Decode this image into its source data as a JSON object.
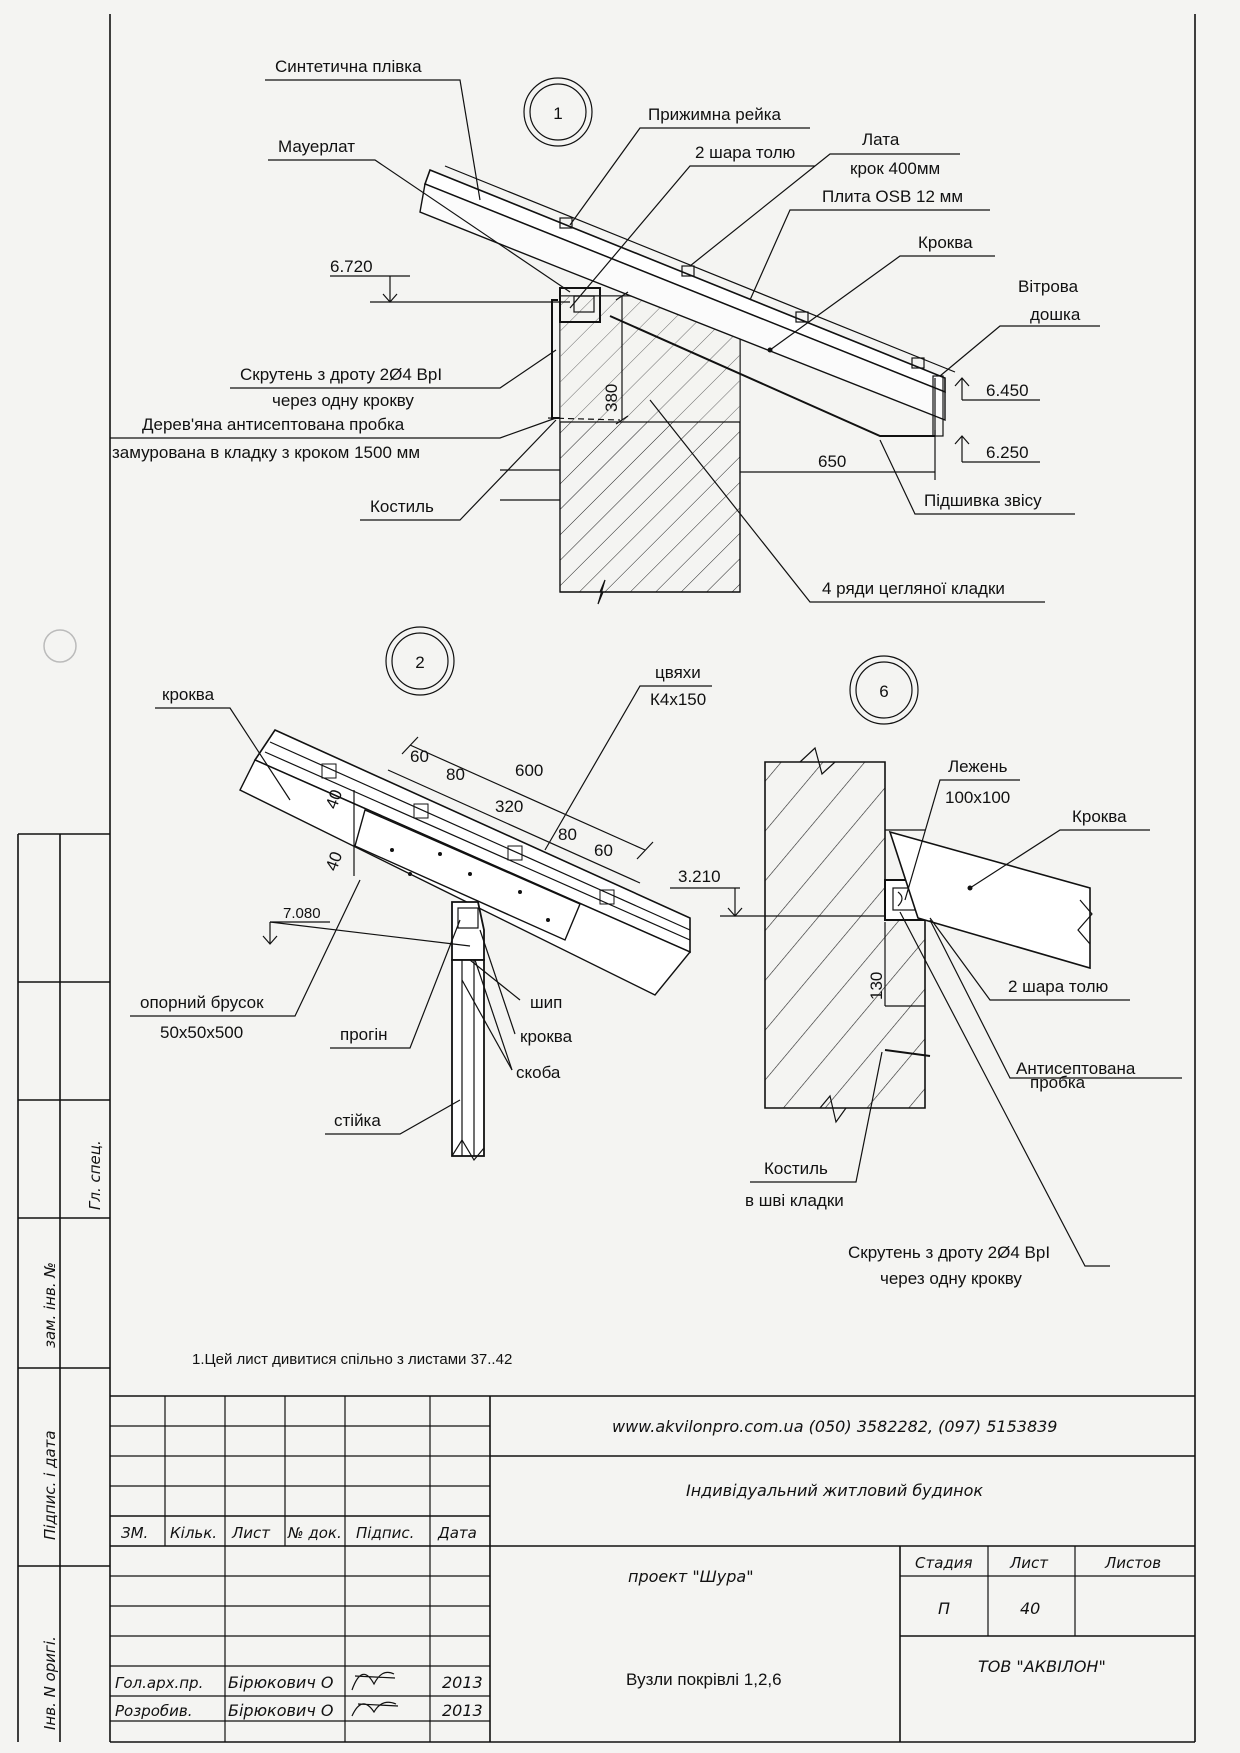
{
  "node1": {
    "circle": "1",
    "labels": {
      "film": "Синтетична плівка",
      "mauerlat": "Мауерлат",
      "clamp_rail": "Прижимна рейка",
      "tol": "2 шара толю",
      "lath1": "Лата",
      "lath2": "крок 400мм",
      "osb": "Плита OSB 12 мм",
      "rafter": "Кроква",
      "wind1": "Вітрова",
      "wind2": "дошка",
      "wire1": "Скрутень з дроту 2Ø4 ВрІ",
      "wire2": "через одну крокву",
      "plug1": "Дерев'яна антисептована пробка",
      "plug2": "замурована в кладку з кроком 1500 мм",
      "crutch": "Костиль",
      "soffit": "Підшивка звісу",
      "brick": "4 ряди цегляної кладки"
    },
    "dims": {
      "lvl_6720": "6.720",
      "lvl_6450": "6.450",
      "lvl_6250": "6.250",
      "d380": "380",
      "d650": "650"
    }
  },
  "node2": {
    "circle": "2",
    "labels": {
      "rafter_top": "кроква",
      "nails1": "цвяхи",
      "nails2": "К4х150",
      "support1": "опорний брусок",
      "support2": "50х50х500",
      "purlin": "прогін",
      "tenon": "шип",
      "rafter_bottom": "кроква",
      "bracket": "скоба",
      "post": "стійка"
    },
    "dims": {
      "d600": "600",
      "d60a": "60",
      "d80a": "80",
      "d320": "320",
      "d80b": "80",
      "d60b": "60",
      "d40a": "40",
      "d40b": "40",
      "lvl_7080": "7.080"
    }
  },
  "node6": {
    "circle": "6",
    "labels": {
      "plate1": "Лежень",
      "plate2": "100х100",
      "rafter": "Кроква",
      "tol": "2 шара толю",
      "plug1": "Антисептована",
      "plug2": "пробка",
      "crutch1": "Костиль",
      "crutch2": "в шві кладки",
      "wire1": "Скрутень з дроту 2Ø4 ВрІ",
      "wire2": "через одну крокву"
    },
    "dims": {
      "lvl_3210": "3.210",
      "d130": "130"
    }
  },
  "note": "1.Цей лист дивитися спільно з листами 37..42",
  "side_labels": {
    "gl_spec": "Гл. спец.",
    "zam_inv": "зам. інв. №",
    "pidpys": "Підпис. і дата",
    "inv_orig": "Інв. N оригі."
  },
  "title_block": {
    "contacts": "www.akvilonpro.com.ua (050) 3582282, (097) 5153839",
    "object": "Індивідуальний житловий будинок",
    "project": "проект \"Шура\"",
    "sheet_title": "Вузли покрівлі 1,2,6",
    "company": "ТОВ \"АКВІЛОН\"",
    "cols": {
      "zm": "ЗМ.",
      "kilk": "Кільк.",
      "lyst": "Лист",
      "dok": "№ док.",
      "pidpys": "Підпис.",
      "data": "Дата"
    },
    "stage_h": "Стадия",
    "sheet_h": "Лист",
    "sheets_h": "Листов",
    "stage": "П",
    "sheet": "40",
    "rows": [
      {
        "role": "Гол.арх.пр.",
        "name": "Бірюкович О",
        "year": "2013"
      },
      {
        "role": "Розробив.",
        "name": "Бірюкович О",
        "year": "2013"
      }
    ]
  }
}
